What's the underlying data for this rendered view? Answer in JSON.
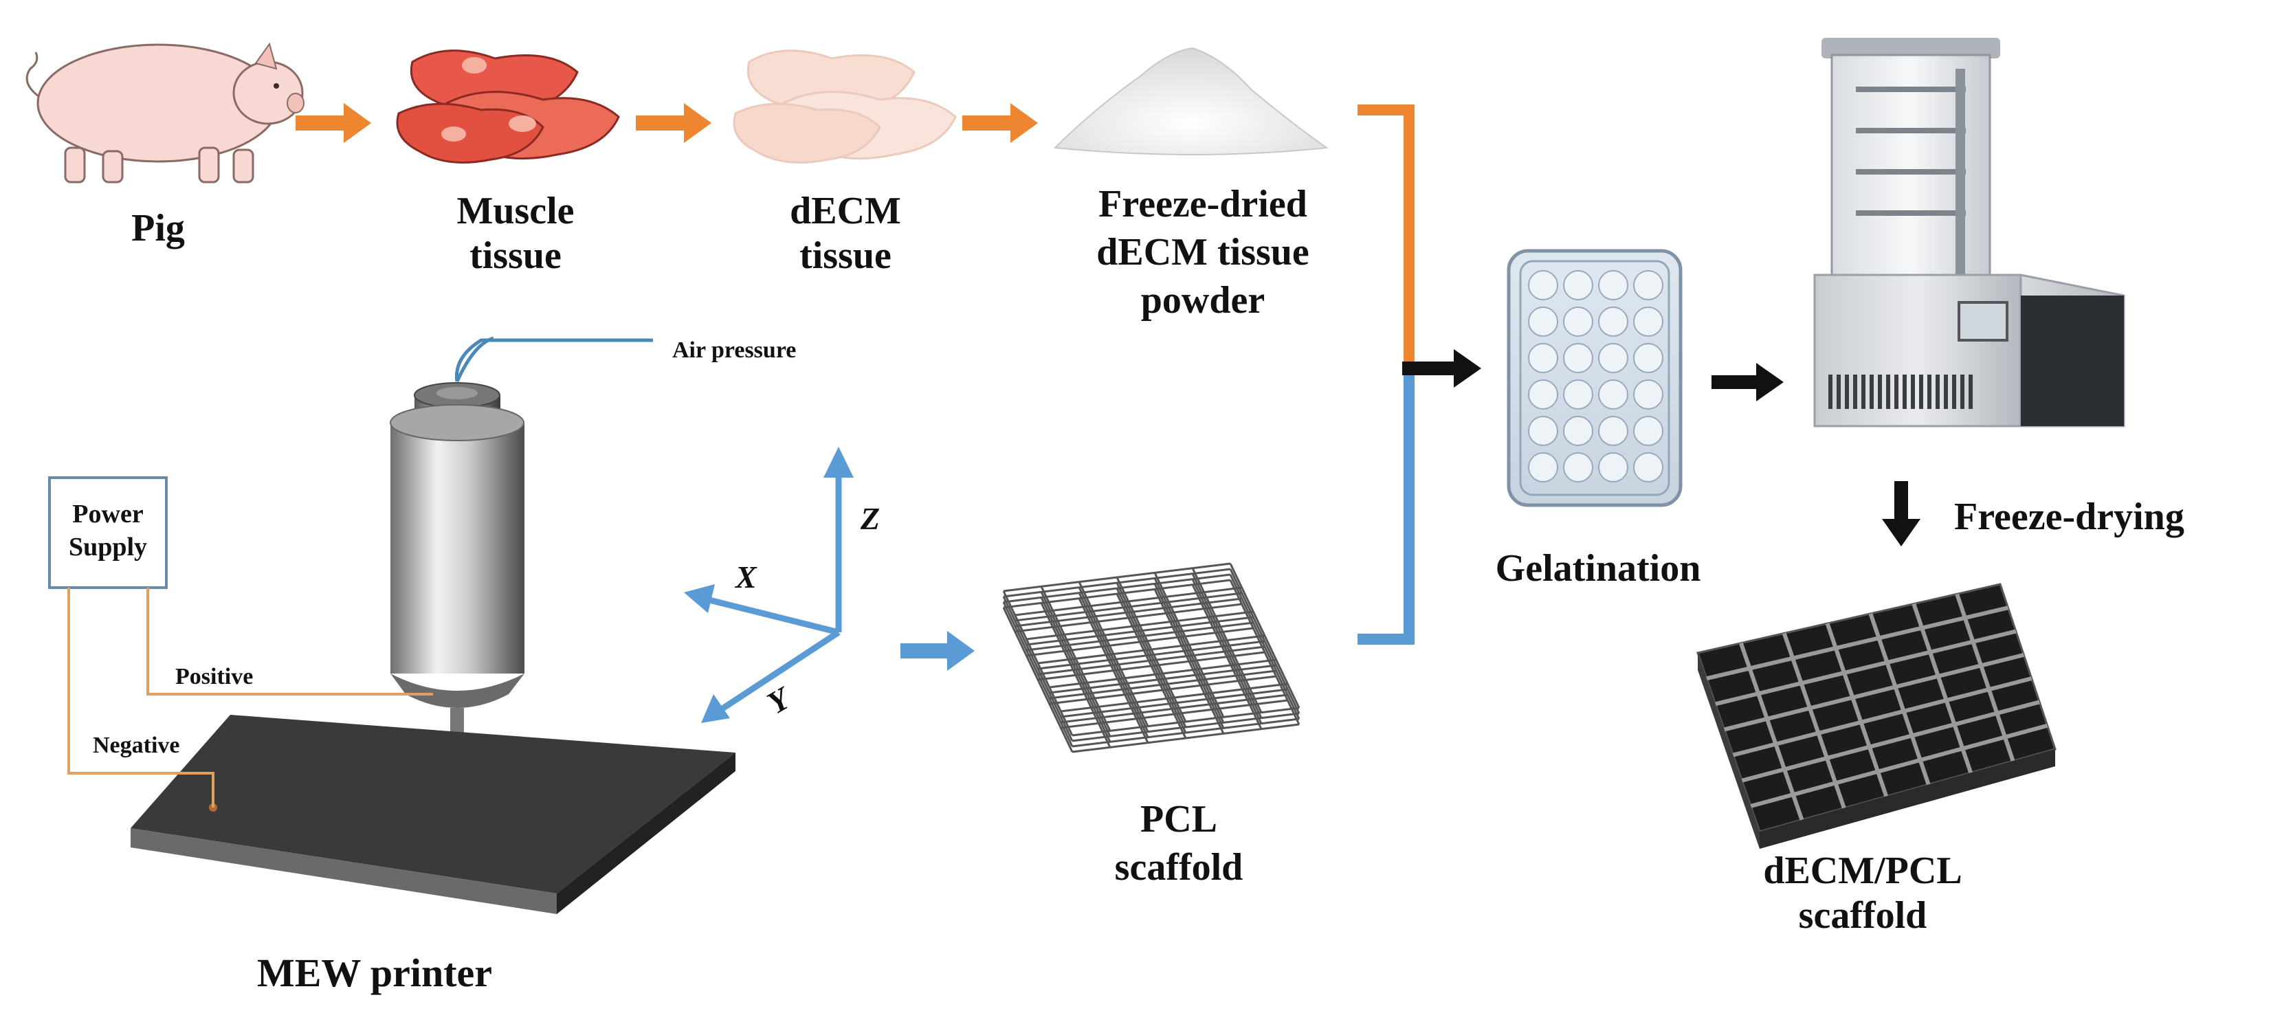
{
  "colors": {
    "orange": "#EE8530",
    "blue": "#5B9BD5",
    "black": "#111111",
    "wire": "#E0A060",
    "muscle": "#E8584A",
    "muscle_light": "#F6D2C4"
  },
  "labels": {
    "pig": "Pig",
    "muscle_1": "Muscle",
    "muscle_2": "tissue",
    "decm_1": "dECM",
    "decm_2": "tissue",
    "powder_1": "Freeze-dried",
    "powder_2": "dECM tissue",
    "powder_3": "powder",
    "air": "Air pressure",
    "power_1": "Power",
    "power_2": "Supply",
    "positive": "Positive",
    "negative": "Negative",
    "axis_z": "Z",
    "axis_x": "X",
    "axis_y": "Y",
    "pcl_1": "PCL",
    "pcl_2": "scaffold",
    "mew": "MEW printer",
    "gelatination": "Gelatination",
    "freeze_drying": "Freeze-drying",
    "final_1": "dECM/PCL",
    "final_2": "scaffold"
  },
  "icons": {
    "pig": "pig-icon",
    "muscle": "muscle-tissue-icon",
    "decm": "decm-tissue-icon",
    "powder": "powder-pile-icon",
    "printer": "mew-printer-icon",
    "pcl": "pcl-scaffold-icon",
    "well_plate": "well-plate-icon",
    "freeze_dryer": "freeze-dryer-icon",
    "final_scaffold": "decm-pcl-scaffold-icon"
  }
}
